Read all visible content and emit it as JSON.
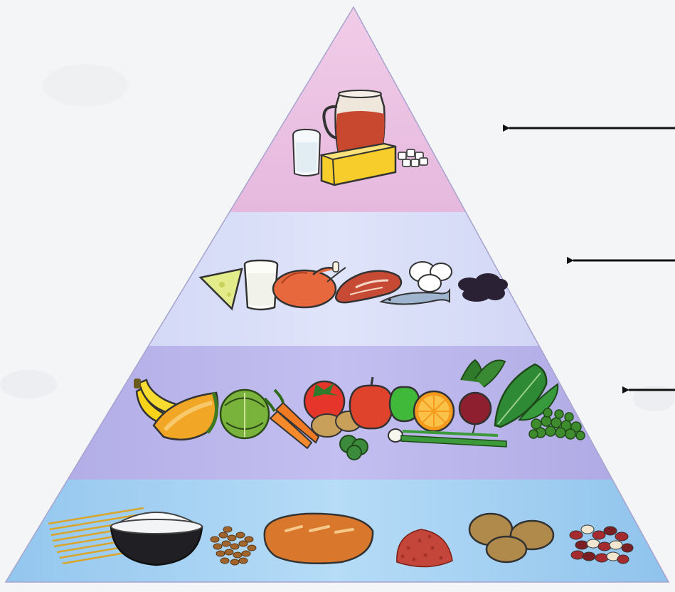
{
  "diagram": {
    "type": "food-pyramid",
    "tiers": [
      {
        "name": "top",
        "color": "#ebbfe2",
        "foods": [
          "milk-glass",
          "juice-jug",
          "butter-block",
          "sugar-cubes"
        ]
      },
      {
        "name": "upper-middle",
        "color": "#cfd4f4",
        "foods": [
          "cheese-wedge",
          "milk-glass",
          "roast-chicken",
          "meat-steak",
          "eggs",
          "fish",
          "dark-beans"
        ]
      },
      {
        "name": "lower-middle",
        "color": "#b5b0e6",
        "foods": [
          "bananas",
          "pumpkin",
          "cabbage",
          "carrots",
          "tomato",
          "potatoes",
          "apple-red",
          "apple-green",
          "orange-half",
          "beetroot",
          "spinach",
          "spring-onion",
          "peas",
          "broccoli"
        ]
      },
      {
        "name": "base",
        "color": "#9ecdef",
        "foods": [
          "spaghetti",
          "rice-bowl",
          "wheat-grains",
          "bread-loaf",
          "lentils",
          "potatoes",
          "red-beans"
        ]
      }
    ],
    "arrows": [
      {
        "points_to": "top",
        "color": "#111111"
      },
      {
        "points_to": "upper-middle",
        "color": "#111111"
      },
      {
        "points_to": "lower-middle",
        "color": "#111111"
      }
    ],
    "arrow_labels": [
      "",
      "",
      ""
    ]
  }
}
